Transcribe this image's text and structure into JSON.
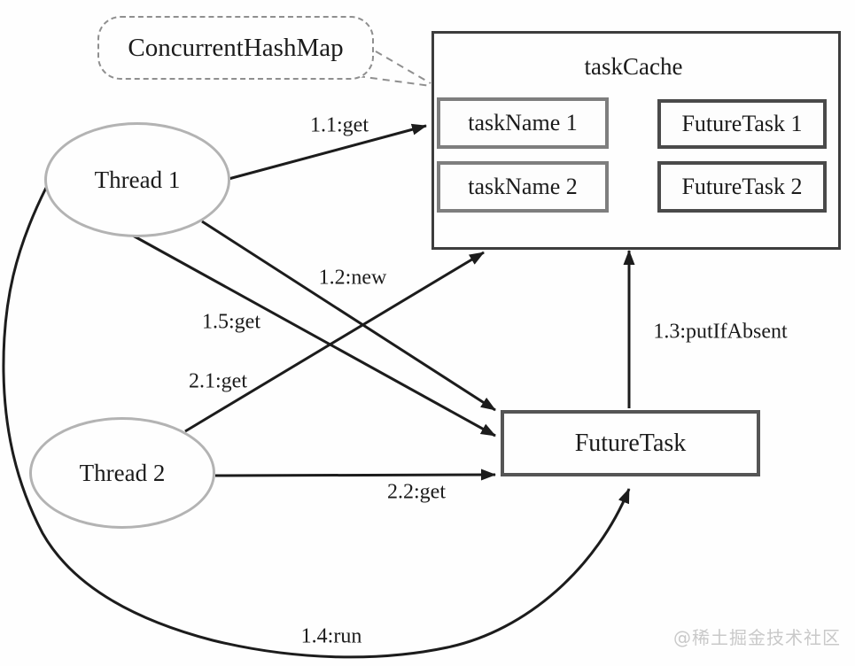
{
  "diagram": {
    "callout": {
      "label": "ConcurrentHashMap"
    },
    "task_cache": {
      "title": "taskCache",
      "entries": [
        {
          "key": "taskName 1",
          "value": "FutureTask 1"
        },
        {
          "key": "taskName 2",
          "value": "FutureTask 2"
        }
      ]
    },
    "threads": [
      {
        "label": "Thread 1"
      },
      {
        "label": "Thread 2"
      }
    ],
    "future_task": {
      "label": "FutureTask"
    },
    "edges": [
      {
        "label": "1.1:get",
        "from": "Thread 1",
        "to": "taskCache"
      },
      {
        "label": "1.2:new",
        "from": "Thread 1",
        "to": "FutureTask"
      },
      {
        "label": "1.5:get",
        "from": "Thread 1",
        "to": "FutureTask"
      },
      {
        "label": "2.1:get",
        "from": "Thread 2",
        "to": "taskCache"
      },
      {
        "label": "2.2:get",
        "from": "Thread 2",
        "to": "FutureTask"
      },
      {
        "label": "1.3:putIfAbsent",
        "from": "FutureTask",
        "to": "taskCache"
      },
      {
        "label": "1.4:run",
        "from": "Thread 1",
        "to": "FutureTask"
      }
    ],
    "watermark": "@稀土掘金技术社区",
    "colors": {
      "line": "#1c1c1c",
      "outer_box_border": "#3d3d3d",
      "key_box_border": "#7e7e7e",
      "value_box_border": "#4a4a4a",
      "main_box_border": "#555555",
      "ellipse_border": "#b3b3b3",
      "callout_border": "#8f8f8f",
      "watermark": "#c9c9c9"
    }
  }
}
